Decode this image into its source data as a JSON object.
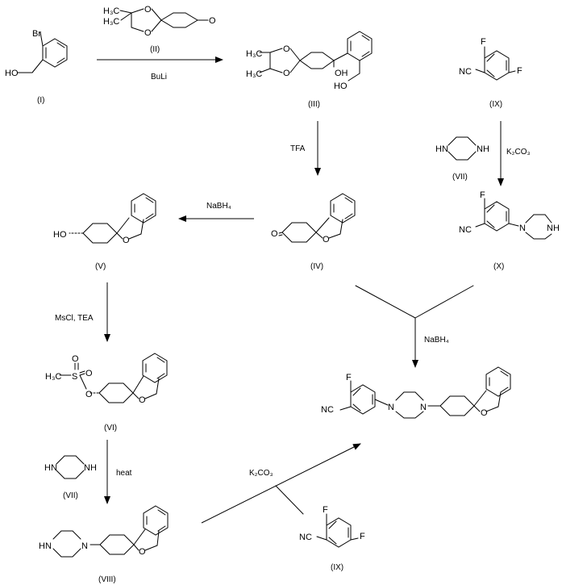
{
  "scheme": {
    "compounds": {
      "I": {
        "label": "(I)",
        "atoms": {
          "br": "Br",
          "ho": "HO"
        }
      },
      "II": {
        "label": "(II)",
        "atoms": {
          "me1": "H₃C",
          "me2": "H₃C",
          "o1": "O",
          "o2": "O",
          "ketone": "O"
        }
      },
      "III": {
        "label": "(III)",
        "atoms": {
          "me1": "H₃C",
          "me2": "H₃C",
          "o1": "O",
          "o2": "O",
          "oh": "OH",
          "ho": "HO"
        }
      },
      "IV": {
        "label": "(IV)",
        "atoms": {
          "ketone": "O",
          "ring_o": "O"
        }
      },
      "V": {
        "label": "(V)",
        "atoms": {
          "ho": "HO",
          "ring_o": "O"
        }
      },
      "VI": {
        "label": "(VI)",
        "atoms": {
          "h3c": "H₃C",
          "s": "S",
          "o1": "O",
          "o2": "O",
          "o3": "O",
          "ring_o": "O"
        }
      },
      "VII": {
        "label": "(VII)",
        "atoms": {
          "hn": "HN",
          "nh": "NH"
        }
      },
      "VIII": {
        "label": "(VIII)",
        "atoms": {
          "hn": "HN",
          "n": "N",
          "ring_o": "O"
        }
      },
      "IX": {
        "label": "(IX)",
        "atoms": {
          "f1": "F",
          "f2": "F",
          "nc": "NC"
        }
      },
      "X": {
        "label": "(X)",
        "atoms": {
          "f": "F",
          "nc": "NC",
          "n": "N",
          "nh": "NH"
        }
      },
      "product": {
        "atoms": {
          "f": "F",
          "nc": "NC",
          "n1": "N",
          "n2": "N",
          "ring_o": "O"
        }
      }
    },
    "reagents": {
      "step1": "BuLi",
      "step2": "TFA",
      "step3": "NaBH₄",
      "step4": "MsCl, TEA",
      "step5": "heat",
      "step6": "K₂CO₃",
      "step7": "K₂CO₃",
      "step8": "NaBH₄"
    }
  }
}
